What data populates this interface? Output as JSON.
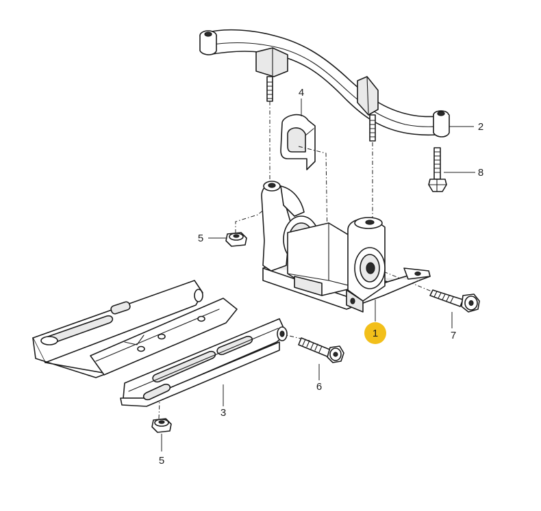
{
  "highlight_color": "#f2bf1a",
  "callouts": [
    {
      "id": "1",
      "text": "1",
      "highlighted": true
    },
    {
      "id": "2",
      "text": "2"
    },
    {
      "id": "3",
      "text": "3"
    },
    {
      "id": "4",
      "text": "4"
    },
    {
      "id": "5a",
      "text": "5"
    },
    {
      "id": "5b",
      "text": "5"
    },
    {
      "id": "6",
      "text": "6"
    },
    {
      "id": "7",
      "text": "7"
    },
    {
      "id": "8",
      "text": "8"
    }
  ]
}
